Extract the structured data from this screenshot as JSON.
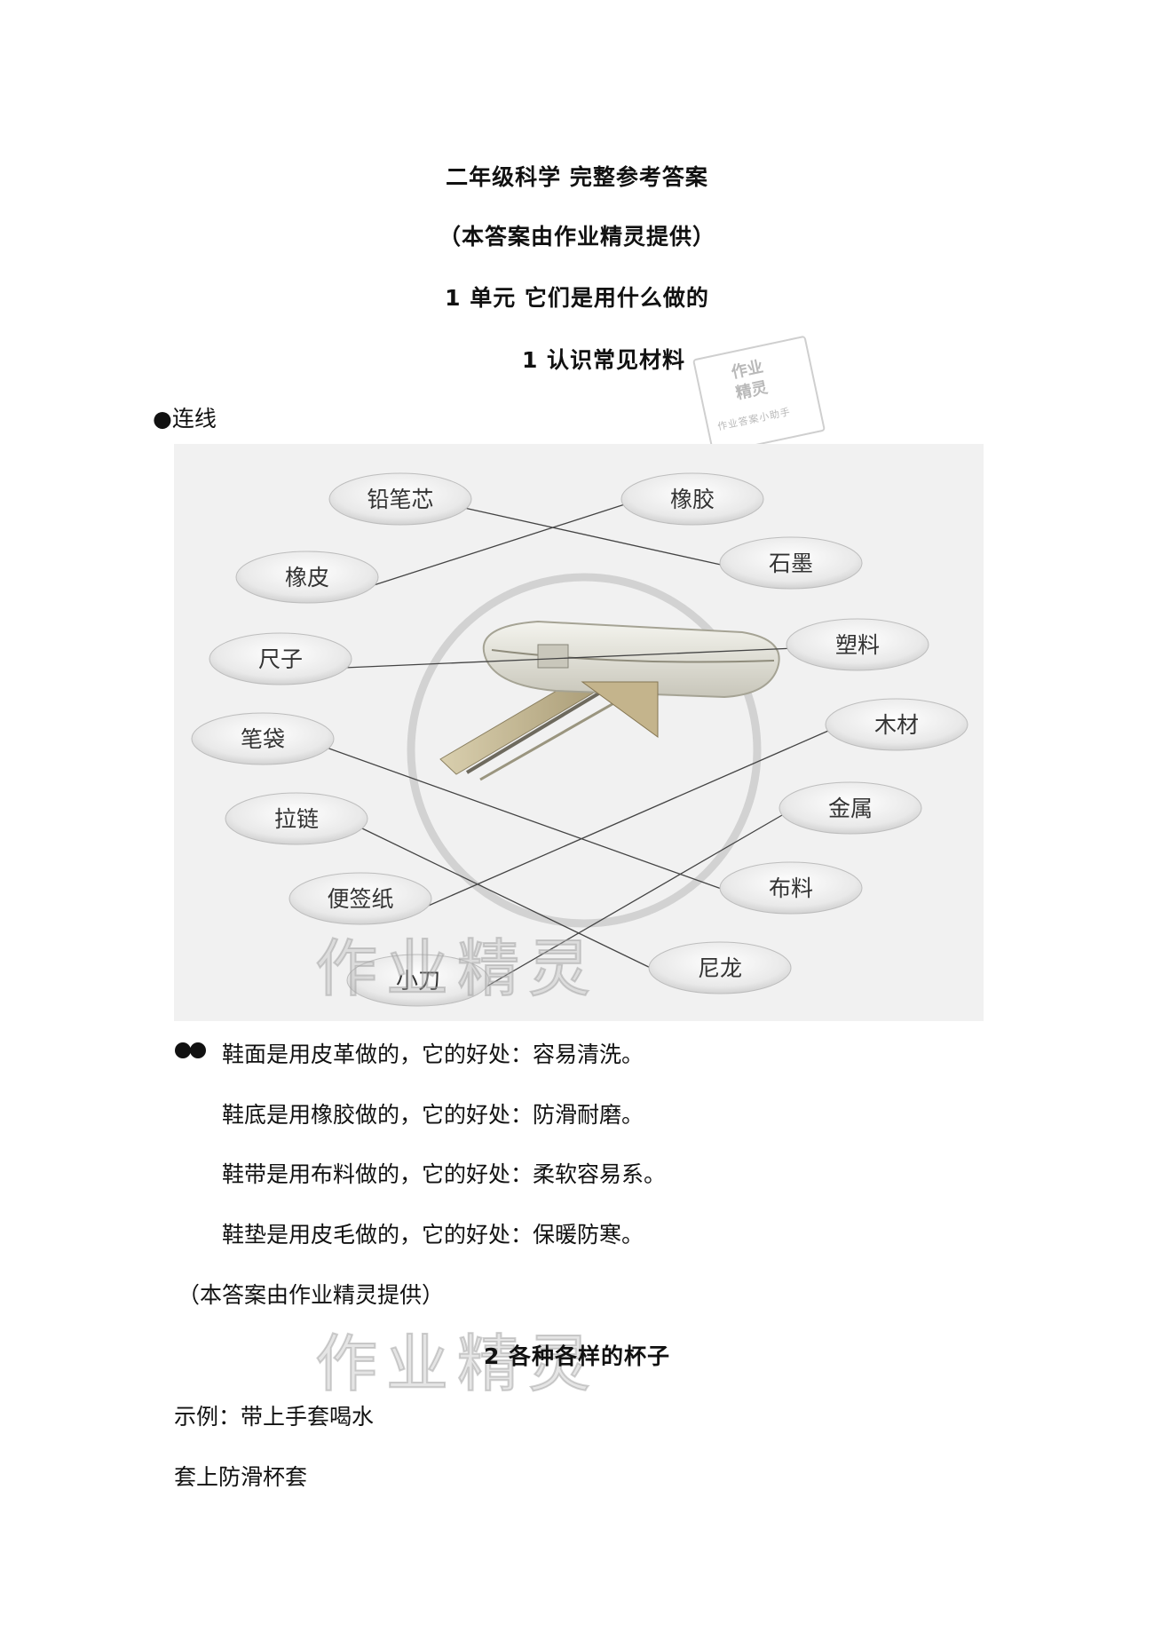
{
  "titles": {
    "main": "二年级科学  完整参考答案",
    "provider": "（本答案由作业精灵提供）",
    "unit": "1 单元    它们是用什么做的",
    "lesson1": "1  认识常见材料",
    "lesson2": "2  各种各样的杯子"
  },
  "stamp": {
    "line1": "作业",
    "line2": "精灵",
    "line3": "作业答案小助手"
  },
  "watermark_text": "作业精灵",
  "section_match": {
    "bullet": "●",
    "label": "连线"
  },
  "diagram": {
    "left_items": [
      {
        "label": "铅笔芯"
      },
      {
        "label": "橡皮"
      },
      {
        "label": "尺子"
      },
      {
        "label": "笔袋"
      },
      {
        "label": "拉链"
      },
      {
        "label": "便签纸"
      },
      {
        "label": "小刀"
      }
    ],
    "right_items": [
      {
        "label": "橡胶"
      },
      {
        "label": "石墨"
      },
      {
        "label": "塑料"
      },
      {
        "label": "木材"
      },
      {
        "label": "金属"
      },
      {
        "label": "布料"
      },
      {
        "label": "尼龙"
      }
    ],
    "connections": [
      [
        "铅笔芯",
        "石墨"
      ],
      [
        "橡皮",
        "橡胶"
      ],
      [
        "尺子",
        "塑料"
      ],
      [
        "笔袋",
        "布料"
      ],
      [
        "拉链",
        "尼龙"
      ],
      [
        "便签纸",
        "木材"
      ],
      [
        "小刀",
        "金属"
      ]
    ]
  },
  "shoe_answers": [
    "鞋面是用皮革做的，它的好处：容易清洗。",
    "鞋底是用橡胶做的，它的好处：防滑耐磨。",
    "鞋带是用布料做的，它的好处：柔软容易系。",
    "鞋垫是用皮毛做的，它的好处：保暖防寒。"
  ],
  "provider_note": "（本答案由作业精灵提供）",
  "cup_answers": [
    "示例：带上手套喝水",
    "套上防滑杯套"
  ]
}
